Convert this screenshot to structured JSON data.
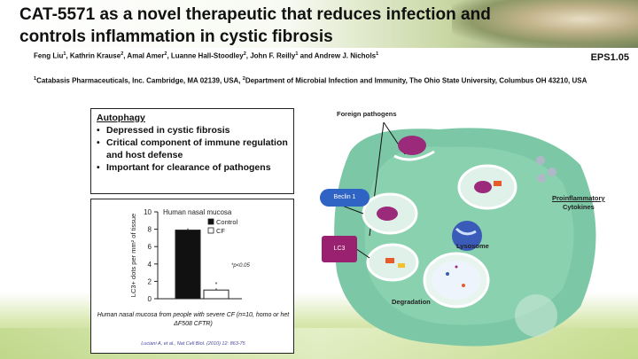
{
  "header": {
    "title": "CAT-5571 as a novel therapeutic that reduces infection and controls inflammation in cystic fibrosis",
    "authors": [
      {
        "name": "Feng Liu",
        "sup": "1"
      },
      {
        "name": "Kathrin Krause",
        "sup": "2"
      },
      {
        "name": "Amal Amer",
        "sup": "2"
      },
      {
        "name": "Luanne Hall-Stoodley",
        "sup": "2"
      },
      {
        "name": "John F. Reilly",
        "sup": "1"
      },
      {
        "name": "Andrew J. Nichols",
        "sup": "1"
      }
    ],
    "authors_sep": ", ",
    "authors_and": " and ",
    "code": "EPS1.05",
    "affiliations": {
      "sup1": "1",
      "text1": "Catabasis Pharmaceuticals, Inc. Cambridge, MA 02139, USA, ",
      "sup2": "2",
      "text2": "Department of Microbial Infection and Immunity, The Ohio State University, Columbus OH  43210, USA"
    }
  },
  "autophagy": {
    "heading": "Autophagy",
    "bullets": [
      "Depressed in cystic fibrosis",
      "Critical component of immune regulation and host defense",
      "Important for clearance of pathogens"
    ]
  },
  "chart_data": {
    "type": "bar",
    "title": "Human nasal mucosa",
    "ylabel": "LC3+ dots per mm² of tissue",
    "ylim": [
      0,
      10
    ],
    "yticks": [
      "0",
      "2",
      "4",
      "6",
      "8",
      "10"
    ],
    "categories": [
      "Control",
      "CF"
    ],
    "values": [
      7.9,
      1.0
    ],
    "colors": [
      "#111111",
      "#ffffff"
    ],
    "legend": [
      "Control",
      "CF"
    ],
    "annotation": "*p<0.05",
    "sig_marker": "*"
  },
  "caption": "Human nasal mucosa from people with severe CF (n=10, homo or het ΔF508 CFTR)",
  "citation": "Luciani A, et al., Nat Cell Biol. (2010) 12: 863-75",
  "diagram": {
    "foreign_pathogens": "Foreign pathogens",
    "beclin": "Beclin 1",
    "lc3": "LC3",
    "proinflammatory": "Proinflammatory",
    "cytokines": "Cytokines",
    "lysosome": "Lysosome",
    "degradation": "Degradation",
    "colors": {
      "cell": "#7cc8a6",
      "beclin": "#2f63c4",
      "lc3": "#9a2070"
    }
  }
}
